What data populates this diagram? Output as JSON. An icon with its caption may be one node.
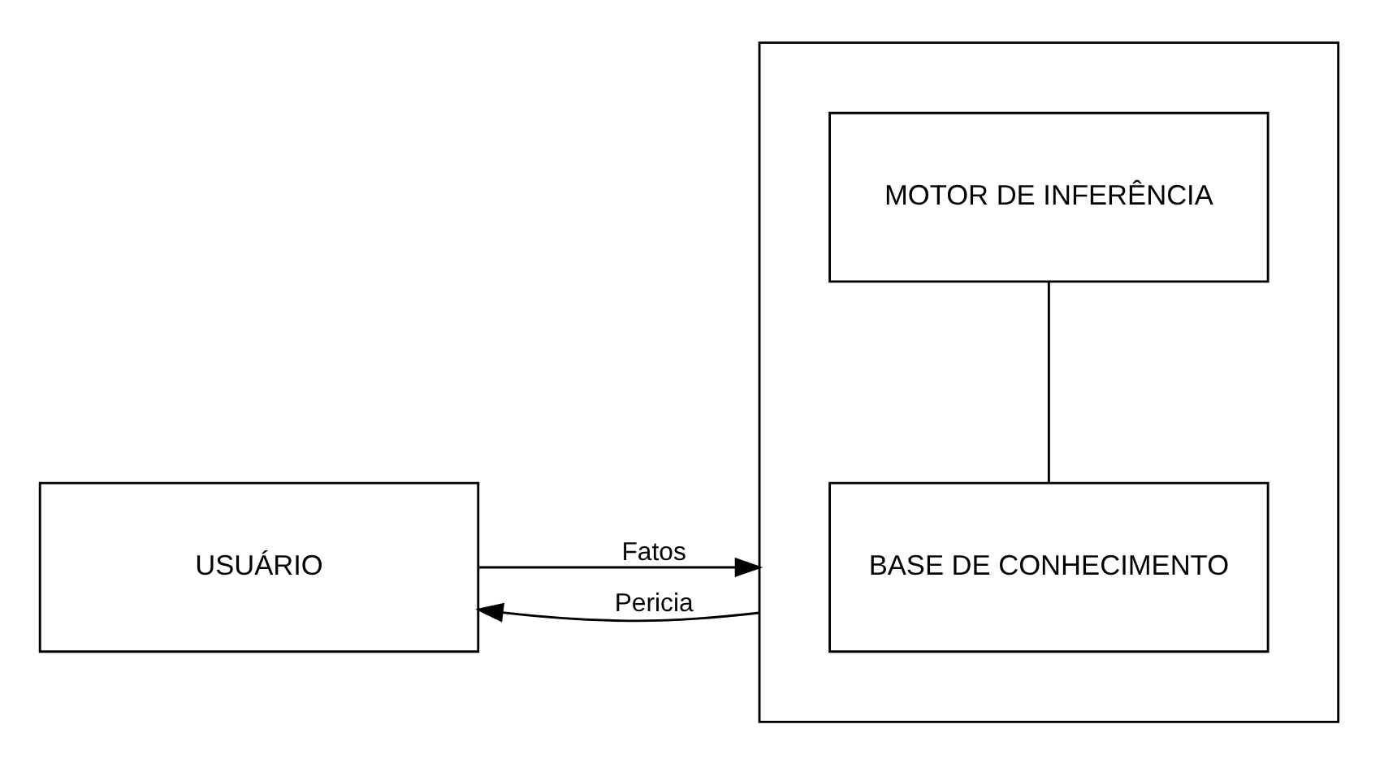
{
  "diagram": {
    "nodes": [
      {
        "text": [
          "USUÁRIO"
        ]
      },
      {
        "text": [],
        "shape": "box"
      },
      {
        "text": [
          "BASE DE CONHECIMENTO"
        ],
        "in": 1
      },
      {
        "text": [
          "MOTOR DE INFERÊNCIA"
        ],
        "in": 1
      }
    ],
    "edges": [
      {
        "from": 0,
        "to": 1,
        "arrow": "to",
        "label": "Fatos"
      },
      {
        "from": 1,
        "to": 0,
        "arrow": "to",
        "label": "Pericia"
      },
      {
        "from": 2,
        "to": 3,
        "arrow": "none"
      }
    ]
  }
}
